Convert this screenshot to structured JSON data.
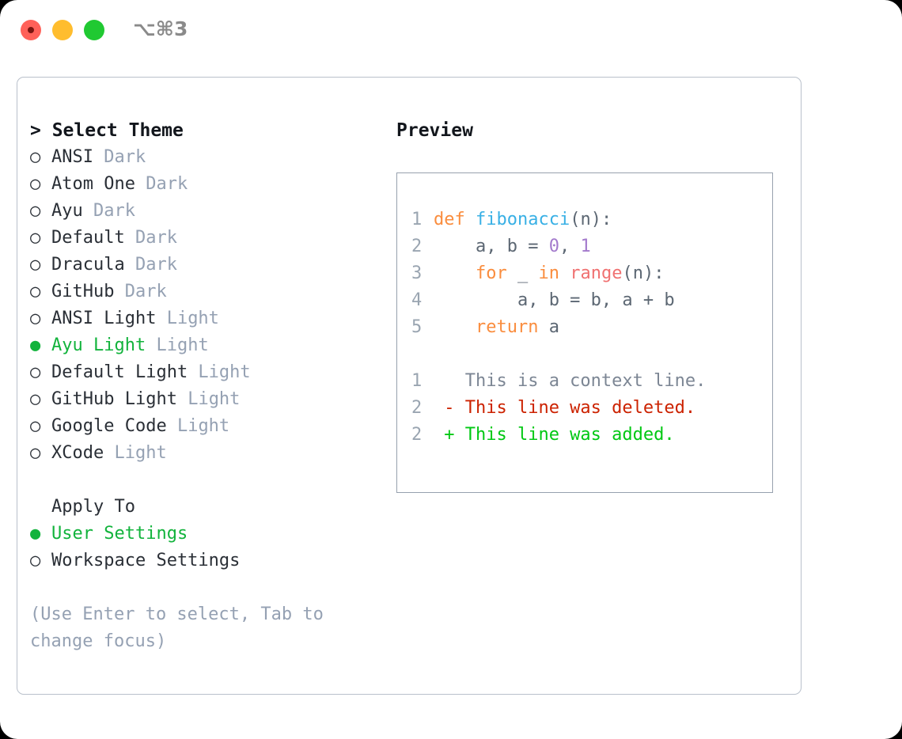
{
  "titlebar": {
    "shortcut": "⌥⌘3",
    "buttons": [
      {
        "name": "close",
        "color": "#ff6159"
      },
      {
        "name": "minimize",
        "color": "#ffbd2e"
      },
      {
        "name": "maximize",
        "color": "#20c932"
      }
    ]
  },
  "theme_picker": {
    "heading": "> Select Theme",
    "markers": {
      "selected": "●",
      "unselected": "○"
    },
    "selected_color": "#12b33c",
    "tag_color": "#95a1b3",
    "items": [
      {
        "marker": "○",
        "name": "ANSI",
        "tag": "Dark",
        "selected": false
      },
      {
        "marker": "○",
        "name": "Atom One",
        "tag": "Dark",
        "selected": false
      },
      {
        "marker": "○",
        "name": "Ayu",
        "tag": "Dark",
        "selected": false
      },
      {
        "marker": "○",
        "name": "Default",
        "tag": "Dark",
        "selected": false
      },
      {
        "marker": "○",
        "name": "Dracula",
        "tag": "Dark",
        "selected": false
      },
      {
        "marker": "○",
        "name": "GitHub",
        "tag": "Dark",
        "selected": false
      },
      {
        "marker": "○",
        "name": "ANSI Light",
        "tag": "Light",
        "selected": false
      },
      {
        "marker": "●",
        "name": "Ayu Light",
        "tag": "Light",
        "selected": true
      },
      {
        "marker": "○",
        "name": "Default Light",
        "tag": "Light",
        "selected": false
      },
      {
        "marker": "○",
        "name": "GitHub Light",
        "tag": "Light",
        "selected": false
      },
      {
        "marker": "○",
        "name": "Google Code",
        "tag": "Light",
        "selected": false
      },
      {
        "marker": "○",
        "name": "XCode",
        "tag": "Light",
        "selected": false
      }
    ]
  },
  "apply_to": {
    "label": "Apply To",
    "items": [
      {
        "marker": "●",
        "name": "User Settings",
        "selected": true
      },
      {
        "marker": "○",
        "name": "Workspace Settings",
        "selected": false
      }
    ]
  },
  "hint": "(Use Enter to select, Tab to\nchange focus)",
  "preview": {
    "title": "Preview",
    "code_lines": [
      {
        "num": "1",
        "tokens": [
          {
            "t": "def",
            "c": "kw"
          },
          {
            "t": " ",
            "c": "plain"
          },
          {
            "t": "fibonacci",
            "c": "fn"
          },
          {
            "t": "(n):",
            "c": "plain"
          }
        ]
      },
      {
        "num": "2",
        "tokens": [
          {
            "t": "    a, b = ",
            "c": "plain"
          },
          {
            "t": "0",
            "c": "num"
          },
          {
            "t": ", ",
            "c": "plain"
          },
          {
            "t": "1",
            "c": "num"
          }
        ]
      },
      {
        "num": "3",
        "tokens": [
          {
            "t": "    ",
            "c": "plain"
          },
          {
            "t": "for",
            "c": "kw"
          },
          {
            "t": " _ ",
            "c": "plain"
          },
          {
            "t": "in",
            "c": "kw"
          },
          {
            "t": " ",
            "c": "plain"
          },
          {
            "t": "range",
            "c": "builtin"
          },
          {
            "t": "(n):",
            "c": "plain"
          }
        ]
      },
      {
        "num": "4",
        "tokens": [
          {
            "t": "        a, b = b, a + b",
            "c": "plain"
          }
        ]
      },
      {
        "num": "5",
        "tokens": [
          {
            "t": "    ",
            "c": "plain"
          },
          {
            "t": "return",
            "c": "kw"
          },
          {
            "t": " a",
            "c": "plain"
          }
        ]
      }
    ],
    "diff_lines": [
      {
        "num": "1",
        "kind": "ctx",
        "text": "   This is a context line."
      },
      {
        "num": "2",
        "kind": "del",
        "text": " - This line was deleted."
      },
      {
        "num": "2",
        "kind": "add",
        "text": " + This line was added."
      }
    ],
    "colors": {
      "keyword": "#fa8d3e",
      "function": "#39b0e5",
      "number": "#a37acc",
      "builtin": "#f07171",
      "plain": "#5c6773",
      "linenum": "#9aa5b1",
      "diff_context": "#7c8694",
      "diff_deleted": "#cc2200",
      "diff_added": "#00c813"
    }
  }
}
